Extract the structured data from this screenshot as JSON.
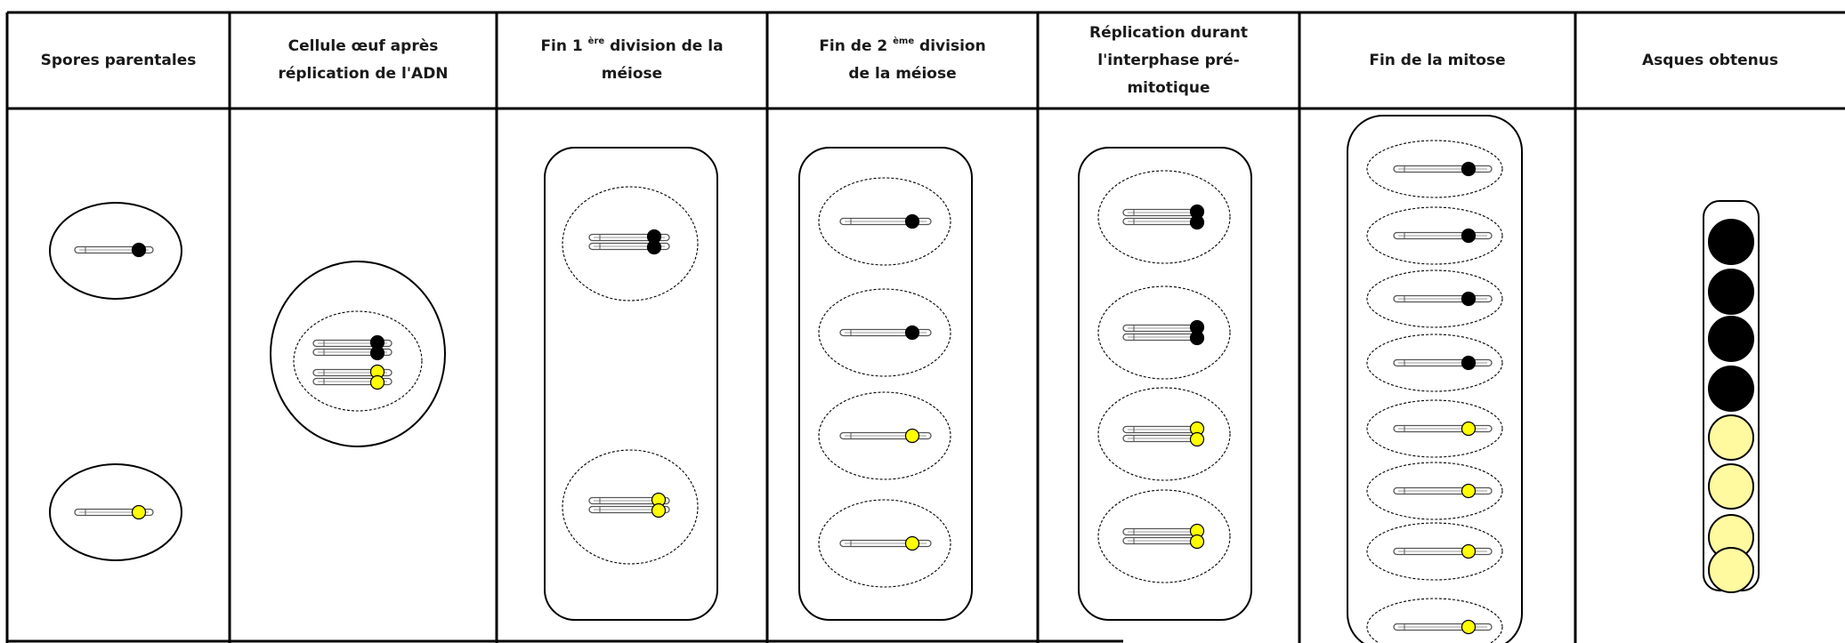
{
  "columns": [
    {
      "pre": "Spores parentales",
      "sup": "",
      "post": ""
    },
    {
      "pre": "Cellule œuf après\nréplication de l'ADN",
      "sup": "",
      "post": ""
    },
    {
      "pre": "Fin 1 ",
      "sup": "ère",
      "post": " division de la\nméiose"
    },
    {
      "pre": "Fin de 2 ",
      "sup": "ème",
      "post": " division\nde la méiose"
    },
    {
      "pre": "Réplication durant\nl'interphase pré-\nmitotique",
      "sup": "",
      "post": ""
    },
    {
      "pre": "Fin de la mitose",
      "sup": "",
      "post": ""
    },
    {
      "pre": "Asques obtenus",
      "sup": "",
      "post": ""
    }
  ],
  "allele_colors": {
    "black": "#000000",
    "yellow": "#ffff00"
  },
  "stages": {
    "spores_parentales": [
      "black",
      "yellow"
    ],
    "cellule_oeuf": [
      "black",
      "yellow"
    ],
    "fin_premiere_division": [
      "black",
      "yellow"
    ],
    "fin_deuxieme_division": [
      "black",
      "black",
      "yellow",
      "yellow"
    ],
    "replication_interphase": [
      "black",
      "black",
      "yellow",
      "yellow"
    ],
    "fin_mitose": [
      "black",
      "black",
      "black",
      "black",
      "yellow",
      "yellow",
      "yellow",
      "yellow"
    ],
    "asque": [
      "black",
      "black",
      "black",
      "black",
      "yellow",
      "yellow",
      "yellow",
      "yellow"
    ]
  }
}
